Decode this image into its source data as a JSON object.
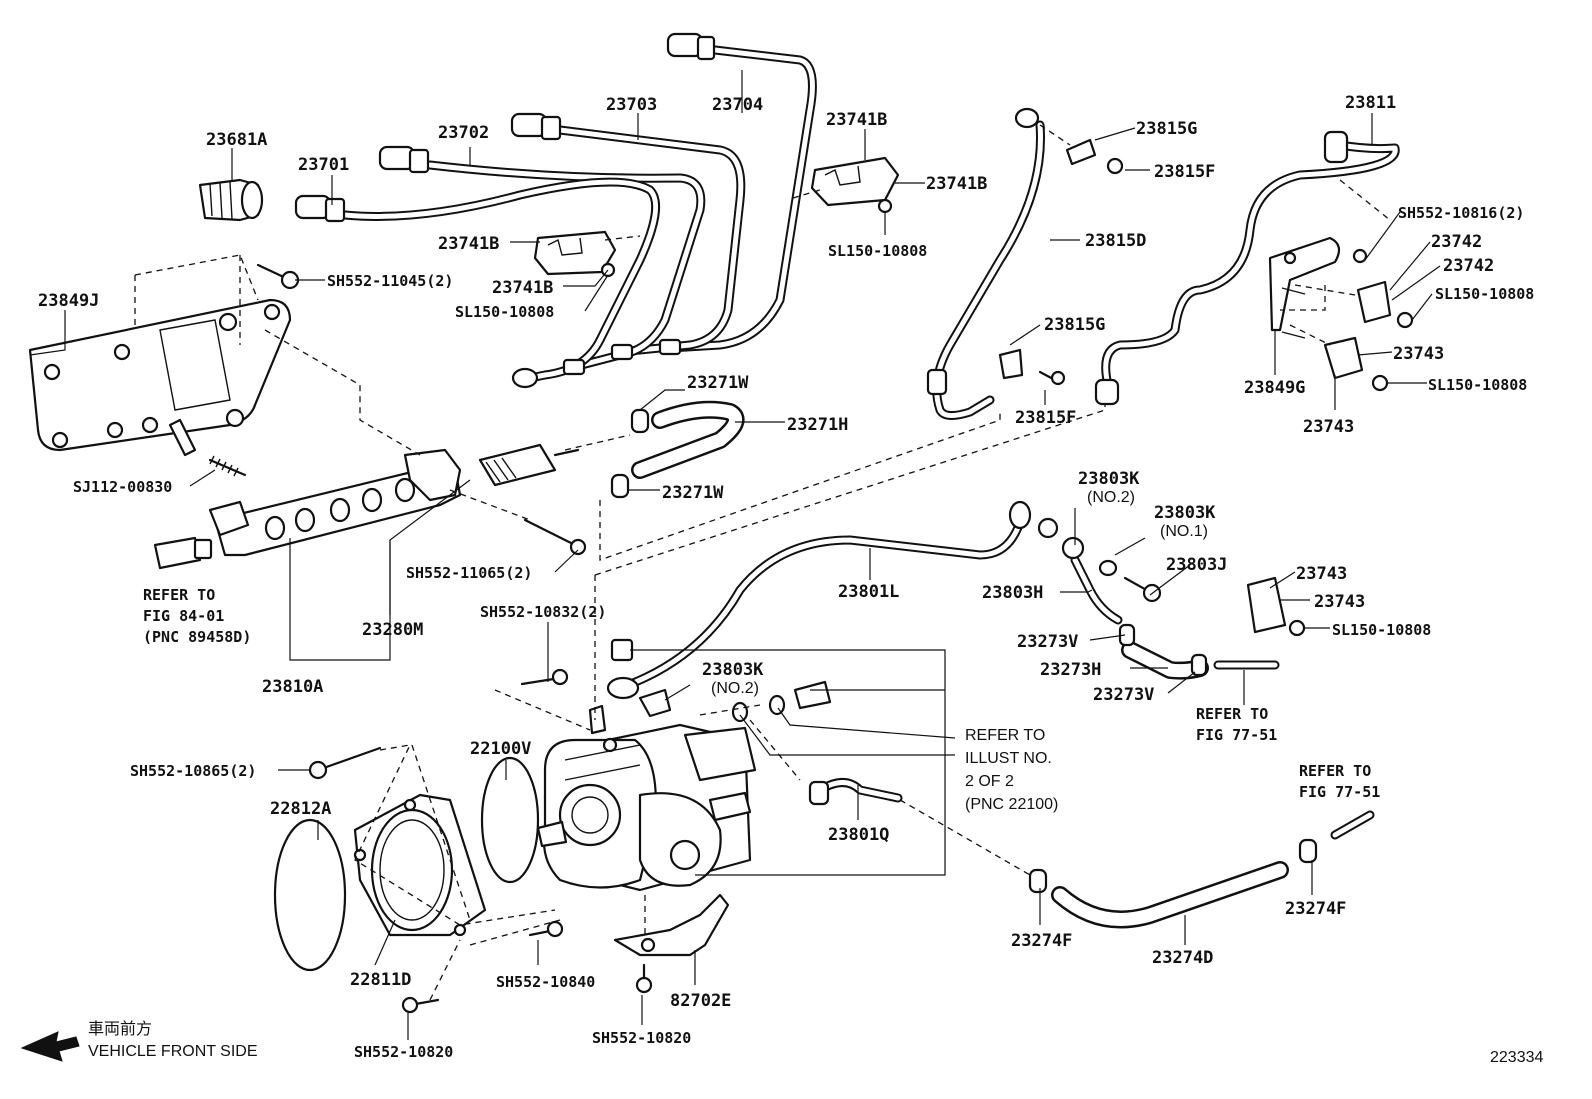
{
  "diagram_id": "223334",
  "footer": {
    "front_jp": "車両前方",
    "front_en": "VEHICLE FRONT SIDE"
  },
  "labels": {
    "p23681A": "23681A",
    "p23701": "23701",
    "p23702": "23702",
    "p23703": "23703",
    "p23704": "23704",
    "p23741B_top1": "23741B",
    "p23741B_top2": "23741B",
    "p23741B_mid1": "23741B",
    "p23741B_mid2": "23741B",
    "sl150_a": "SL150-10808",
    "sl150_b": "SL150-10808",
    "p23815G_top": "23815G",
    "p23815F_top": "23815F",
    "p23815D": "23815D",
    "p23815G_mid": "23815G",
    "p23815F_mid": "23815F",
    "p23811": "23811",
    "sh552_10816": "SH552-10816(2)",
    "p23742_a": "23742",
    "p23742_b": "23742",
    "sl150_c": "SL150-10808",
    "p23743_a": "23743",
    "sl150_d": "SL150-10808",
    "p23849G": "23849G",
    "p23743_b": "23743",
    "p23849J": "23849J",
    "sh552_11045": "SH552-11045(2)",
    "sj112": "SJ112-00830",
    "p23271W_top": "23271W",
    "p23271H": "23271H",
    "p23271W_bot": "23271W",
    "sh552_11065": "SH552-11065(2)",
    "p23803K_a": "23803K",
    "no2_a": "(NO.2)",
    "p23803K_b": "23803K",
    "no1": "(NO.1)",
    "p23803J": "23803J",
    "p23801L": "23801L",
    "p23803H": "23803H",
    "p23743_c": "23743",
    "p23743_d": "23743",
    "sl150_e": "SL150-10808",
    "p23273V_a": "23273V",
    "p23273H": "23273H",
    "p23273V_b": "23273V",
    "refer_to_a": "REFER TO",
    "fig_77_51_a": "FIG 77-51",
    "refer_to_84": "REFER TO",
    "fig_84": "FIG 84-01",
    "pnc_89458": "(PNC 89458D)",
    "p23280M": "23280M",
    "p23810A": "23810A",
    "sh552_10832": "SH552-10832(2)",
    "p23803K_c": "23803K",
    "no2_b": "(NO.2)",
    "ref_illust_1": "REFER TO",
    "ref_illust_2": "ILLUST NO.",
    "ref_illust_3": "2 OF 2",
    "ref_illust_4": "(PNC 22100)",
    "sh552_10865": "SH552-10865(2)",
    "p22100V": "22100V",
    "p22812A": "22812A",
    "p23801Q": "23801Q",
    "refer_to_b": "REFER TO",
    "fig_77_51_b": "FIG 77-51",
    "p23274F_a": "23274F",
    "p23274D": "23274D",
    "p23274F_b": "23274F",
    "p22811D": "22811D",
    "sh552_10840": "SH552-10840",
    "p82702E": "82702E",
    "sh552_10820_a": "SH552-10820",
    "sh552_10820_b": "SH552-10820"
  }
}
